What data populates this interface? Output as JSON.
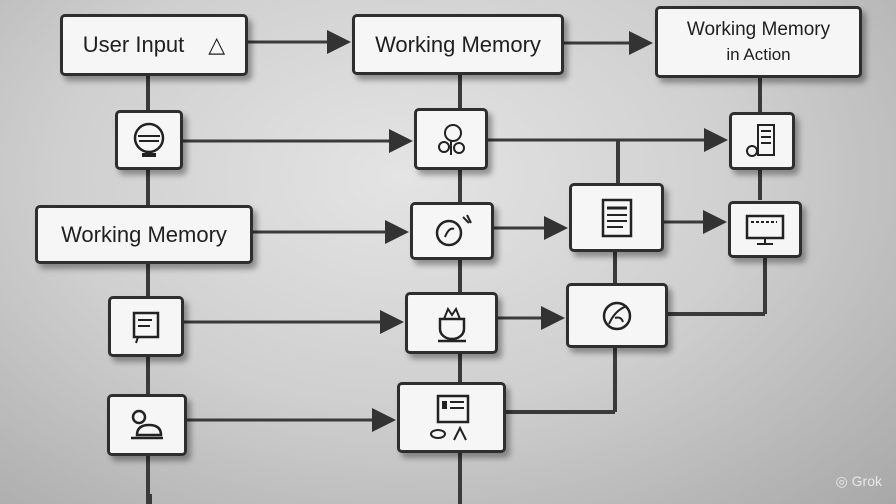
{
  "nodes": {
    "user_input": {
      "label": "User Input",
      "symbol": "△"
    },
    "working_memory_top": {
      "label": "Working Memory"
    },
    "working_memory_in_action": {
      "line1": "Working Memory",
      "line2": "in Action"
    },
    "working_memory_mid": {
      "label": "Working Memory"
    }
  },
  "icons": [
    "face-icon",
    "brain-icon",
    "document-icon",
    "circle-leaf-icon",
    "list-document-icon",
    "monitor-icon",
    "notepad-icon",
    "cup-icon",
    "leaf-icon",
    "person-icon",
    "board-icon"
  ],
  "watermark": {
    "label": "Grok"
  },
  "colors": {
    "line": "#3a3a3a",
    "box_border": "#2e2e2e",
    "box_fill": "#f6f6f6"
  }
}
